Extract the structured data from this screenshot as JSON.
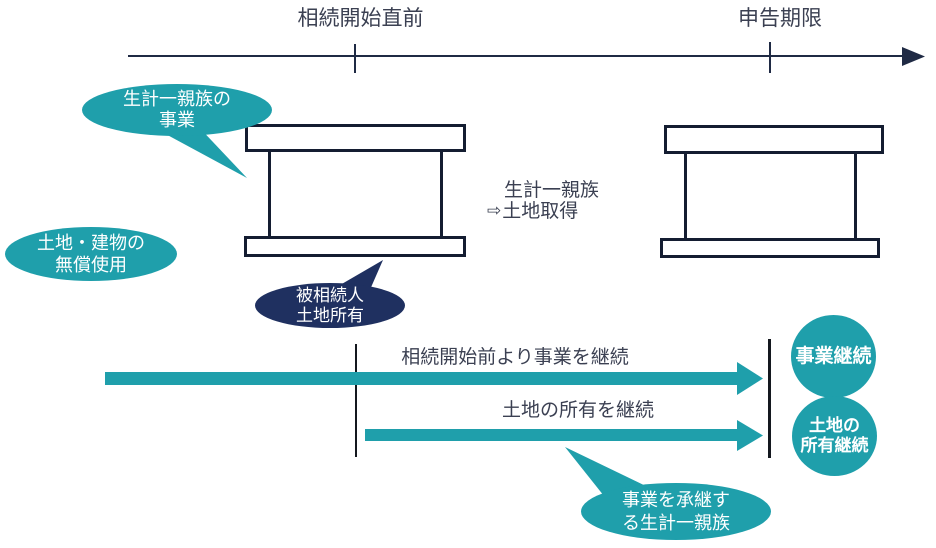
{
  "timeline": {
    "label_left": "相続開始直前",
    "label_right": "申告期限"
  },
  "bubbles": {
    "family_business": {
      "line1": "生計一親族の",
      "line2": "事業"
    },
    "free_use": {
      "line1": "土地・建物の",
      "line2": "無償使用"
    },
    "decedent_land": {
      "line1": "被相続人",
      "line2": "土地所有"
    },
    "successor": {
      "line1": "事業を承継す",
      "line2": "る生計一親族"
    }
  },
  "acquisition_note": {
    "arrow_glyph": "⇨",
    "line1": "生計一親族",
    "line2": "土地取得"
  },
  "arrows": {
    "business_continue": "相続開始前より事業を継続",
    "land_continue": "土地の所有を継続"
  },
  "badges": {
    "business": "事業継続",
    "land_line1": "土地の",
    "land_line2": "所有継続"
  },
  "colors": {
    "teal": "#1f9fab",
    "navy": "#1f3060",
    "outline": "#141d31",
    "text": "#3b4052"
  }
}
